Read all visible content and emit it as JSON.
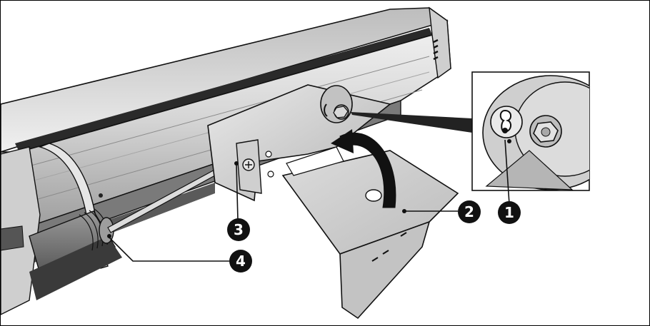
{
  "callouts": [
    {
      "label": "1"
    },
    {
      "label": "2"
    },
    {
      "label": "3"
    },
    {
      "label": "4"
    }
  ],
  "colors": {
    "outline": "#111111",
    "body_light": "#e4e4e4",
    "body_mid": "#c9c9c9",
    "body_dark": "#8a8a8a",
    "bracket": "#d2d2d2",
    "callout_fill": "#111111",
    "callout_text": "#ffffff"
  }
}
